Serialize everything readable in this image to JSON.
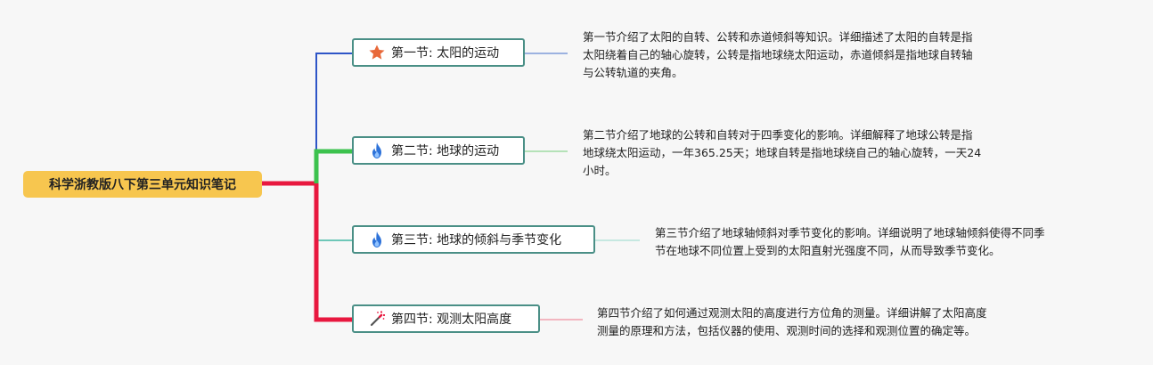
{
  "root": {
    "label": "科学浙教版八下第三单元知识笔记"
  },
  "topics": [
    {
      "label": "第一节: 太阳的运动",
      "icon": "star-icon",
      "line_color": "#2e55c7",
      "note_color": "#7e9cd8",
      "note_lines": [
        "第一节介绍了太阳的自转、公转和赤道倾斜等知识。详细描述了太阳的自转是指",
        "太阳绕着自己的轴心旋转，公转是指地球绕太阳运动，赤道倾斜是指地球自转轴",
        "与公转轨道的夹角。"
      ]
    },
    {
      "label": "第二节: 地球的运动",
      "icon": "flame-icon",
      "line_color": "#3cc24e",
      "note_color": "#9fdca4",
      "note_lines": [
        "第二节介绍了地球的公转和自转对于四季变化的影响。详细解释了地球公转是指",
        "地球绕太阳运动，一年365.25天；地球自转是指地球绕自己的轴心旋转，一天24",
        "小时。"
      ]
    },
    {
      "label": "第三节: 地球的倾斜与季节变化",
      "icon": "flame-icon",
      "line_color": "#6ec7b8",
      "note_color": "#b5e3da",
      "note_lines": [
        "第三节介绍了地球轴倾斜对季节变化的影响。详细说明了地球轴倾斜使得不同季",
        "节在地球不同位置上受到的太阳直射光强度不同，从而导致季节变化。"
      ]
    },
    {
      "label": "第四节: 观测太阳高度",
      "icon": "magic-wand-icon",
      "line_color": "#e8183f",
      "note_color": "#f0a0ad",
      "note_lines": [
        "第四节介绍了如何通过观测太阳的高度进行方位角的测量。详细讲解了太阳高度",
        "测量的原理和方法，包括仪器的使用、观测时间的选择和观测位置的确定等。"
      ]
    }
  ]
}
